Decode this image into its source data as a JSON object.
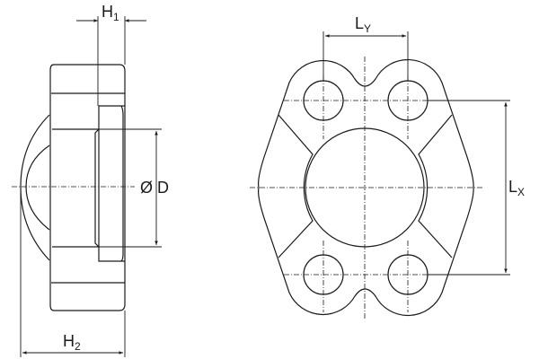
{
  "side_view": {
    "dimension_h1": {
      "main": "H",
      "sub": "1"
    },
    "dimension_h2": {
      "main": "H",
      "sub": "2"
    },
    "dimension_d": "Ø D"
  },
  "front_view": {
    "dimension_ly": {
      "main": "L",
      "sub": "Y"
    },
    "dimension_lx": {
      "main": "L",
      "sub": "X"
    }
  },
  "colors": {
    "line": "#1a1a1a",
    "background": "#ffffff"
  }
}
